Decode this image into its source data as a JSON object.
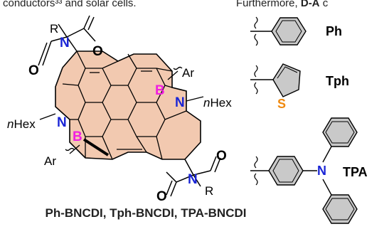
{
  "text_fragments": {
    "left_fragment": "conductors³³ and solar cells.",
    "right_fragment_prefix": "Furthermore, ",
    "right_fragment_bold": "D-A",
    "right_fragment_suffix": " c"
  },
  "core_labels": {
    "r_top": "R",
    "r_bottom": "R",
    "n": "N",
    "o": "O",
    "b": "B",
    "ar": "Ar",
    "nhex_italic": "n",
    "nhex_rest": "Hex"
  },
  "substituents": [
    {
      "label": "Ph"
    },
    {
      "label": "Tph",
      "heteroatom": "S"
    },
    {
      "label": "TPA",
      "heteroatom": "N"
    }
  ],
  "caption": "Ph-BNCDI, Tph-BNCDI, TPA-BNCDI",
  "colors": {
    "ring_fill": "#f2c9b0",
    "phenyl_fill": "#c9c9c9",
    "nitrogen": "#1a25d6",
    "boron": "#f020e0",
    "sulfur": "#f08a10",
    "bond": "#000000"
  }
}
